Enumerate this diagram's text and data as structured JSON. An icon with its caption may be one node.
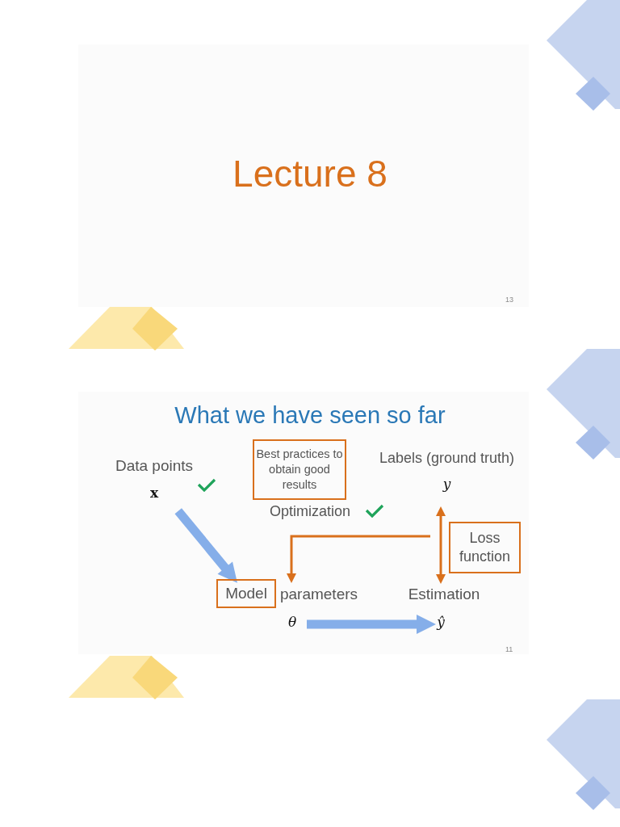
{
  "diagram": {
    "title": "What we have seen so far",
    "nodes": [
      {
        "text": [
          "Data points",
          "x"
        ]
      },
      {
        "text": [
          "Best practices to obtain good results"
        ]
      },
      {
        "text": [
          "Labels (ground truth)",
          "y"
        ]
      },
      {
        "text": [
          "Optimization"
        ]
      },
      {
        "text": [
          "Model"
        ]
      },
      {
        "text": [
          "parameters"
        ]
      },
      {
        "text": [
          "θ"
        ]
      },
      {
        "text": [
          "Estimation"
        ]
      },
      {
        "text": [
          "ŷ"
        ]
      },
      {
        "text": [
          "Loss function"
        ]
      }
    ],
    "edges": [
      {
        "from": 0,
        "to": 4,
        "arrow": "to",
        "style": "thick",
        "color": "#85aee9"
      },
      {
        "from": 6,
        "to": 8,
        "arrow": "to",
        "style": "thick",
        "color": "#85aee9"
      },
      {
        "from": 2,
        "to": 7,
        "arrow": "both",
        "color": "#d9701c"
      },
      {
        "from": null,
        "to": 5,
        "arrow": "to",
        "color": "#d9701c"
      }
    ],
    "labels": [
      "Lecture 8",
      "13",
      "11"
    ]
  }
}
